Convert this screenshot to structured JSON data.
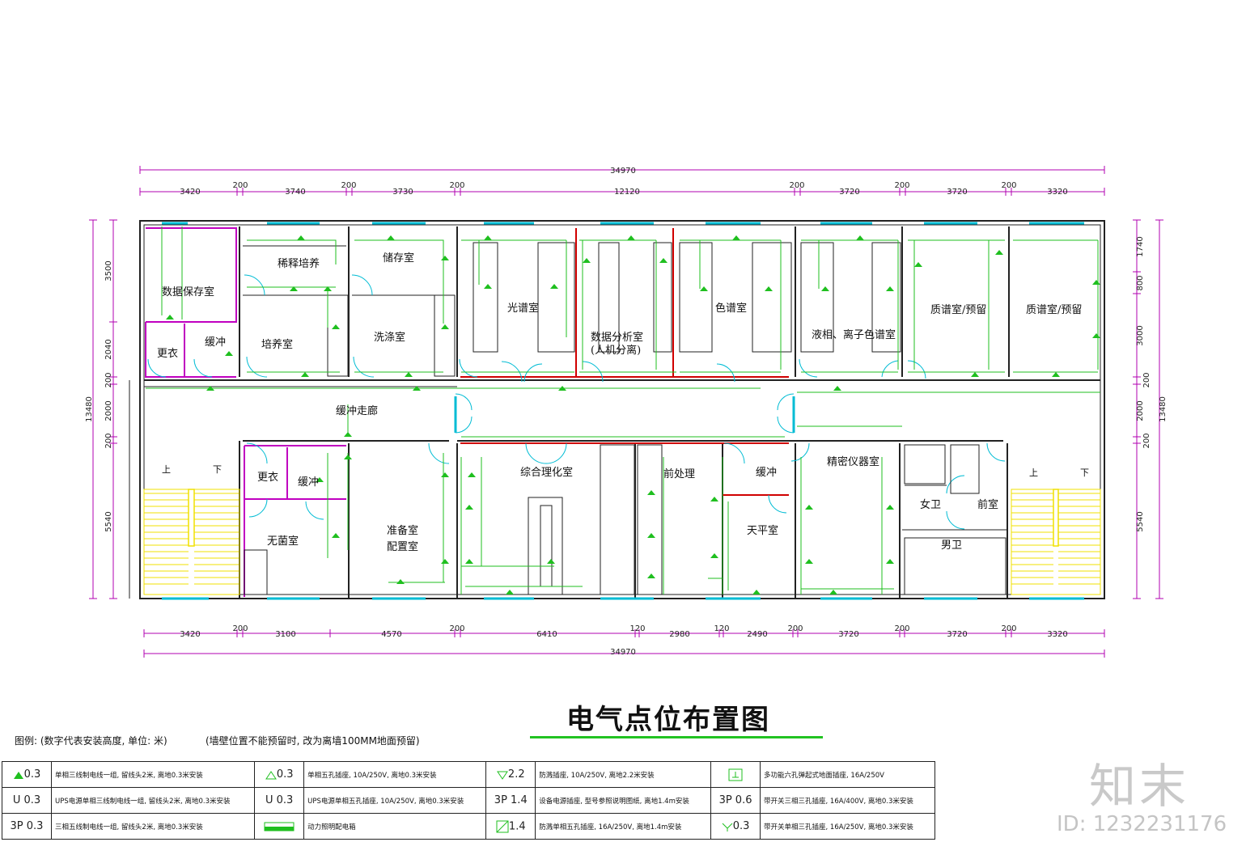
{
  "drawing": {
    "title": "电气点位布置图",
    "legend_intro": "图例: (数字代表安装高度, 单位: 米)",
    "legend_note": "(墙壁位置不能预留时, 改为离墙100MM地面预留)"
  },
  "dims_top_overall": "34970",
  "dims_top": [
    "3420",
    "200",
    "3740",
    "200",
    "3730",
    "200",
    "12120",
    "200",
    "3720",
    "200",
    "3720",
    "200",
    "3320"
  ],
  "dims_bottom": [
    "3420",
    "200",
    "3100",
    "4570",
    "200",
    "6410",
    "120",
    "2980",
    "120",
    "2490",
    "200",
    "3720",
    "200",
    "3720",
    "200",
    "3320"
  ],
  "dims_bottom_overall": "34970",
  "dims_left": [
    "3500",
    "2040",
    "200",
    "2000",
    "200",
    "5540"
  ],
  "dims_left_overall": "13480",
  "dims_right": [
    "1740",
    "800",
    "3000",
    "200",
    "2000",
    "200",
    "5540"
  ],
  "dims_right_overall": "13480",
  "rooms": {
    "r1": "数据保存室",
    "r2": "稀释培养",
    "r3": "储存室",
    "r4": "光谱室",
    "r5": "数据分析室",
    "r5b": "(人机分离)",
    "r6": "色谱室",
    "r7": "液相、离子色谱室",
    "r8": "质谱室/预留",
    "r9": "质谱室/预留",
    "r10": "更衣",
    "r11": "缓冲",
    "r12": "培养室",
    "r13": "洗涤室",
    "corridor": "缓冲走廊",
    "r14": "更衣",
    "r15": "缓冲",
    "r16": "无菌室",
    "r17": "准备室",
    "r17b": "配置室",
    "r18": "综合理化室",
    "r19": "前处理",
    "r20": "缓冲",
    "r21": "天平室",
    "r22": "精密仪器室",
    "r23": "女卫",
    "r24": "前室",
    "r25": "男卫",
    "stair_up": "上",
    "stair_down": "下"
  },
  "legend": [
    [
      {
        "sym": "0.3",
        "desc": "单相三线制电线一组, 留线头2米, 离地0.3米安装"
      },
      {
        "sym": "0.3",
        "desc": "单相五孔插座, 10A/250V, 离地0.3米安装"
      },
      {
        "sym": "2.2",
        "desc": "防溅插座, 10A/250V, 离地2.2米安装"
      },
      {
        "sym": "",
        "desc": "多功能六孔弹起式地面插座, 16A/250V"
      }
    ],
    [
      {
        "sym": "U 0.3",
        "desc": "UPS电源单相三线制电线一组, 留线头2米, 离地0.3米安装"
      },
      {
        "sym": "U 0.3",
        "desc": "UPS电源单相五孔插座, 10A/250V, 离地0.3米安装"
      },
      {
        "sym": "3P 1.4",
        "desc": "设备电源插座, 型号参照说明图纸, 离地1.4m安装"
      },
      {
        "sym": "3P 0.6",
        "desc": "带开关三相三孔插座, 16A/400V, 离地0.3米安装"
      }
    ],
    [
      {
        "sym": "3P 0.3",
        "desc": "三相五线制电线一组, 留线头2米, 离地0.3米安装"
      },
      {
        "sym": "",
        "desc": "动力照明配电箱"
      },
      {
        "sym": "1.4",
        "desc": "防溅单相五孔插座, 16A/250V, 离地1.4m安装"
      },
      {
        "sym": "0.3",
        "desc": "带开关单相三孔插座, 16A/250V, 离地0.3米安装"
      }
    ]
  ],
  "watermark": {
    "brand": "知末",
    "id": "ID: 1232231176"
  },
  "colors": {
    "wall": "#222222",
    "dim": "#b000b0",
    "point": "#1fbf1f",
    "cyan": "#00bcd4",
    "red": "#d00000",
    "stair": "#f0e000"
  }
}
